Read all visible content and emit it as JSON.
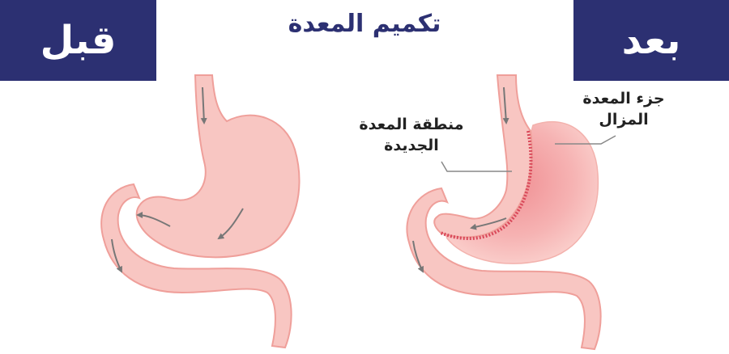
{
  "header": {
    "before_label": "قبل",
    "after_label": "بعد",
    "title": "تكميم المعدة"
  },
  "labels": {
    "new_stomach": "منطقة المعدة الجديدة",
    "removed_part": "جزء المعدة المزال"
  },
  "colors": {
    "badge_bg": "#2c3072",
    "title_color": "#2c3072",
    "tissue_fill": "#f8c6c2",
    "tissue_stroke": "#ef9f9a",
    "removed_fill": "#f4a6a8",
    "staple_line": "#d9495a",
    "arrow": "#777777"
  },
  "icons": [
    "arrow-icon"
  ]
}
